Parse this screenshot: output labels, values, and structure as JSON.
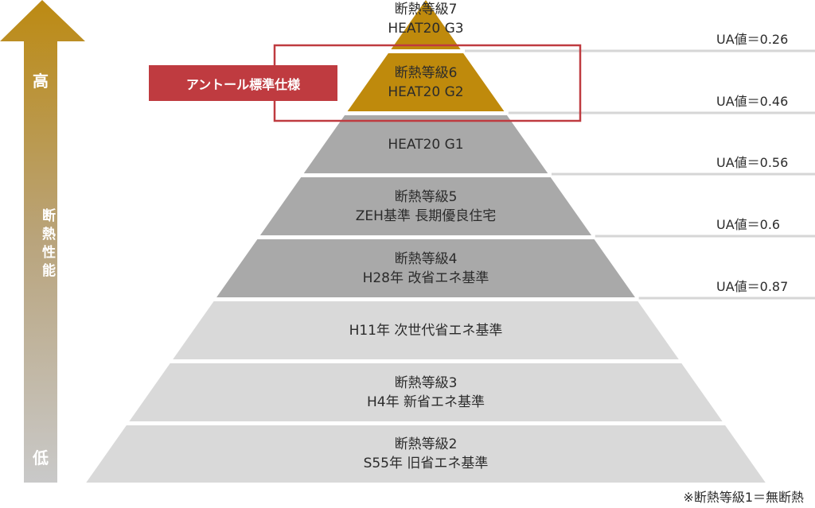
{
  "arrow": {
    "high": "高",
    "label": "断熱性能",
    "low": "低"
  },
  "standard_badge": "アントール標準仕様",
  "tiers": [
    {
      "line1": "断熱等級7",
      "line2": "HEAT20  G3"
    },
    {
      "line1": "断熱等級6",
      "line2": "HEAT20  G2"
    },
    {
      "line1": "HEAT20  G1",
      "line2": ""
    },
    {
      "line1": "断熱等級5",
      "line2": "ZEH基準  長期優良住宅"
    },
    {
      "line1": "断熱等級4",
      "line2": "H28年  改省エネ基準"
    },
    {
      "line1": "H11年  次世代省エネ基準",
      "line2": ""
    },
    {
      "line1": "断熱等級3",
      "line2": "H4年  新省エネ基準"
    },
    {
      "line1": "断熱等級2",
      "line2": "S55年  旧省エネ基準"
    }
  ],
  "ua_values": [
    "UA値＝0.26",
    "UA値＝0.46",
    "UA値＝0.56",
    "UA値＝0.6",
    "UA値＝0.87"
  ],
  "footnote": "※断熱等級1＝無断熱",
  "colors": {
    "gold": "#bf8a0c",
    "dark_gray": "#a9a9a9",
    "light_gray": "#d9d9d9",
    "red": "#bf3b40"
  }
}
